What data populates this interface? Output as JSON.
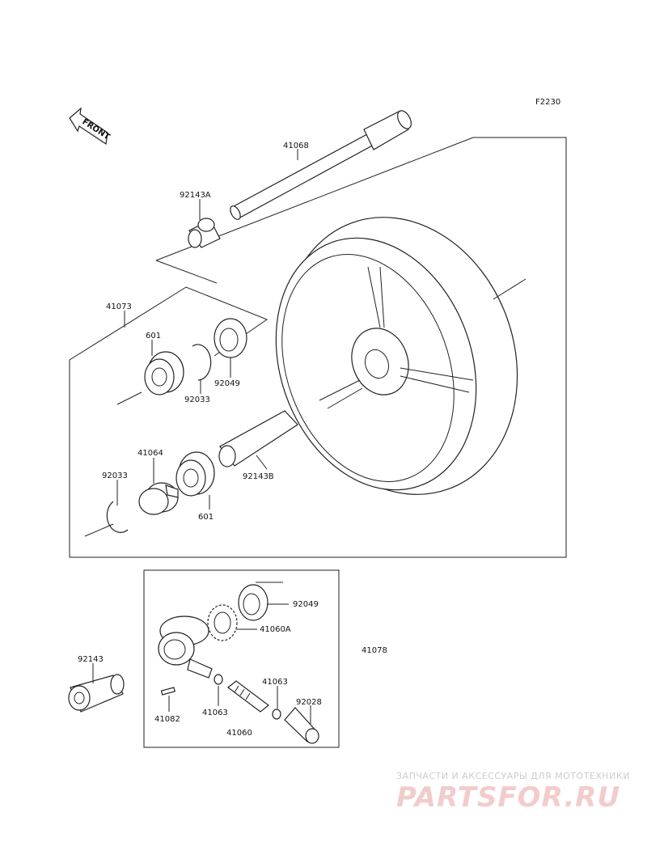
{
  "diagram_code": "F2230",
  "front_arrow_text": "FRONT",
  "labels": {
    "axle": "41068",
    "collar_a": "92143A",
    "wheel_assy": "41073",
    "bearing_top": "601",
    "snap_ring_top": "92033",
    "oil_seal_top": "92049",
    "gear_housing_part": "41064",
    "snap_ring_bottom": "92033",
    "bearing_bottom": "601",
    "collar_b": "92143B",
    "oil_seal_box": "92049",
    "gear": "41060A",
    "gearbox_assy": "41078",
    "collar": "92143",
    "washer": "41063",
    "washer_2": "41063",
    "bushing": "92028",
    "pin": "41082",
    "pinion": "41060"
  },
  "watermark": {
    "top_text": "ЗАПЧАСТИ И АКСЕССУАРЫ ДЛЯ МОТОТЕХНИКИ",
    "brand_text": "PARTSFOR.RU"
  }
}
